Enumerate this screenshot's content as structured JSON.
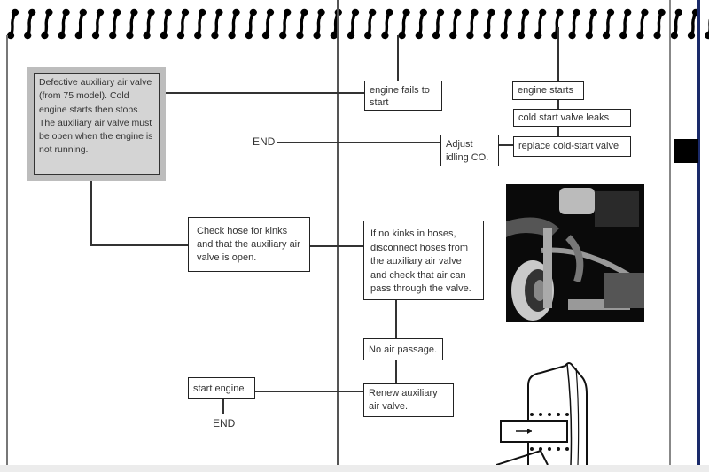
{
  "page": {
    "binding": "spiral-binding",
    "colors": {
      "ink": "#222222",
      "shade": "#bdbdbd",
      "edge": "#1a2a6a"
    }
  },
  "flowchart": {
    "fault_box": "Defective auxiliary air valve (from 75 model). Cold engine starts then stops. The auxiliary air valve must be open when the engine is not running.",
    "engine_fails": "engine fails to start",
    "engine_starts": "engine starts",
    "cold_start_leaks": "cold start valve leaks",
    "replace_cold_start": "replace cold-start valve",
    "adjust_idling": "Adjust idling CO.",
    "end_top": "END",
    "check_hose": "Check hose for kinks and that the auxiliary air valve is open.",
    "if_no_kinks": "If no kinks in hoses, disconnect hoses from the auxiliary air valve and check that air can pass through the valve.",
    "no_air_passage": "No air passage.",
    "renew_valve": "Renew auxiliary air valve.",
    "start_engine": "start engine",
    "end_bottom": "END"
  },
  "figures": {
    "photo": "engine-photo",
    "diagram": "auxiliary-air-valve-diagram"
  }
}
